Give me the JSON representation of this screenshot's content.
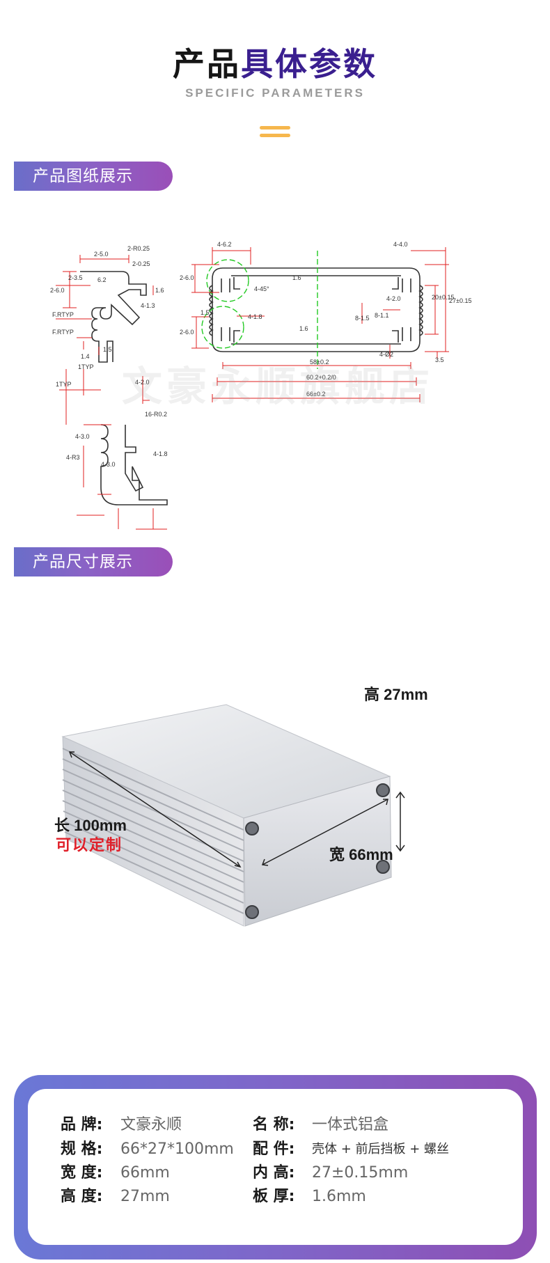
{
  "header": {
    "title_part1": "产品",
    "title_part2": "具体参数",
    "subtitle": "SPECIFIC PARAMETERS"
  },
  "sections": {
    "drawing_label": "产品图纸展示",
    "size_label": "产品尺寸展示"
  },
  "drawing": {
    "watermark": "文豪永顺旗舰店",
    "left_top_dims": [
      "2-R0.25",
      "2-5.0",
      "2-0.25",
      "2-3.5",
      "6.2",
      "1.6",
      "2-6.0",
      "4-1.3",
      "F.RTYP",
      "F.RTYP",
      "1.4",
      "1.5"
    ],
    "left_bottom_dims": [
      "1TYP",
      "1TYP",
      "4-2.0",
      "16-R0.2",
      "4-3.0",
      "4-R3",
      "4-3.0",
      "4-1.8"
    ],
    "main_dims": [
      "4-6.2",
      "4-4.0",
      "2-6.0",
      "1.6",
      "4-45°",
      "4-2.0",
      "1.5",
      "4-1.8",
      "8-1.5",
      "8-1.1",
      "1.6",
      "2-6.0",
      "4-Ø2",
      "20±0.15",
      "27±0.15",
      "3.5",
      "58±0.2",
      "60.2+0.2/0",
      "66±0.2"
    ]
  },
  "product": {
    "height_label": "高 27mm",
    "length_label": "长 100mm",
    "custom_label": "可以定制",
    "width_label": "宽 66mm"
  },
  "specs": [
    {
      "key": "品  牌:",
      "value": "文豪永顺"
    },
    {
      "key": "名  称:",
      "value": "一体式铝盒"
    },
    {
      "key": "规  格:",
      "value": "66*27*100mm"
    },
    {
      "key": "配  件:",
      "value": "壳体 + 前后挡板 + 螺丝"
    },
    {
      "key": "宽  度:",
      "value": "66mm"
    },
    {
      "key": "内  高:",
      "value": "27±0.15mm"
    },
    {
      "key": "高  度:",
      "value": "27mm"
    },
    {
      "key": "板  厚:",
      "value": "1.6mm"
    }
  ],
  "colors": {
    "accent_purple": "#3a1f8f",
    "deco_orange": "#f6b74d",
    "custom_red": "#e0202a",
    "dimension_red": "#e01f1f",
    "centerline_green": "#22c922"
  }
}
